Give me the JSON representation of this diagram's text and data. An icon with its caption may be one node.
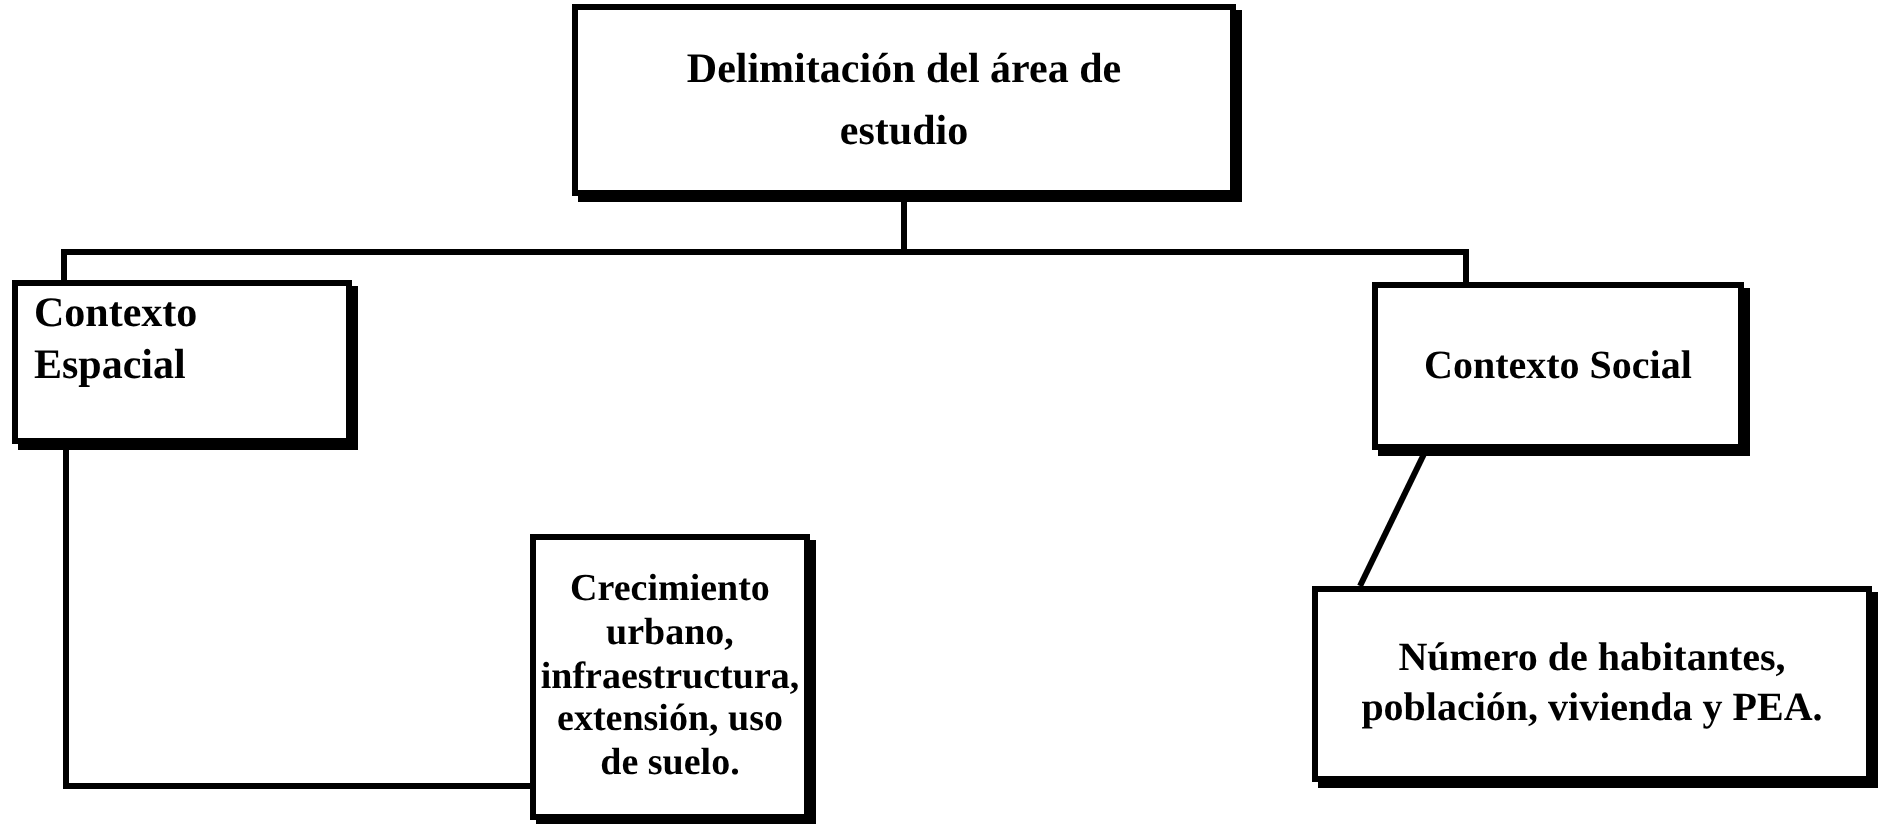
{
  "diagram": {
    "nodes": [
      {
        "text": [
          "Delimitación del área de estudio"
        ]
      },
      {
        "text": [
          "Contexto Espacial"
        ]
      },
      {
        "text": [
          "Contexto Social"
        ]
      },
      {
        "text": [
          "Crecimiento urbano, infraestructura, extensión, uso de suelo."
        ]
      },
      {
        "text": [
          "Número de habitantes, población, vivienda y PEA."
        ]
      }
    ],
    "edges": [
      {
        "from": 0,
        "to": 1,
        "arrow": "none"
      },
      {
        "from": 0,
        "to": 2,
        "arrow": "none"
      },
      {
        "from": 1,
        "to": 3,
        "arrow": "none"
      },
      {
        "from": 2,
        "to": 4,
        "arrow": "none"
      }
    ]
  }
}
